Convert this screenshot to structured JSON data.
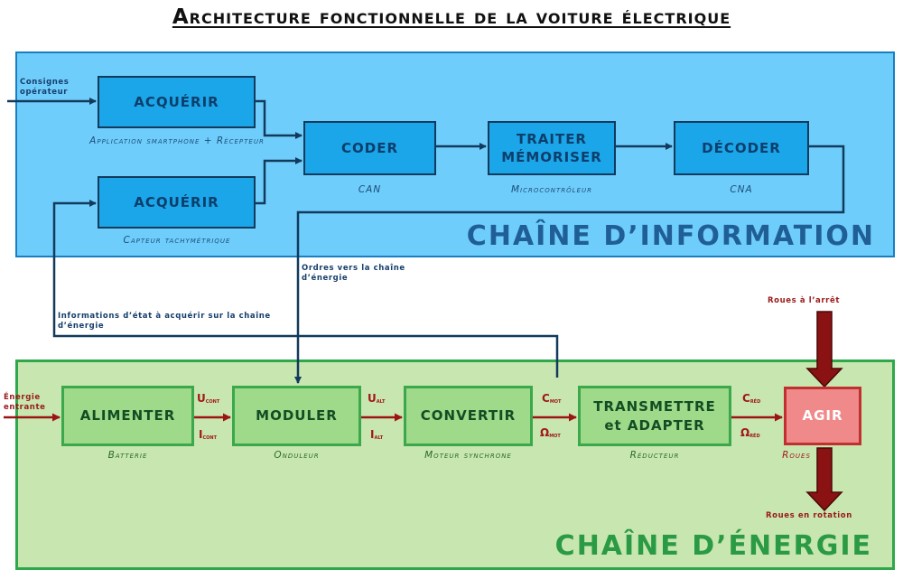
{
  "title": "Architecture fonctionnelle de la voiture électrique",
  "info_chain": {
    "label": "CHAÎNE D’INFORMATION",
    "input_label": "Consignes opérateur",
    "blocks": [
      {
        "label": "ACQUÉRIR",
        "sub": "Application smartphone + Récepteur"
      },
      {
        "label": "ACQUÉRIR",
        "sub": "Capteur tachymétrique"
      },
      {
        "label": "CODER",
        "sub": "CAN"
      },
      {
        "label": "TRAITER MÉMORISER",
        "sub": "Microcontrôleur"
      },
      {
        "label": "DÉCODER",
        "sub": "CNA"
      }
    ],
    "orders_label": "Ordres vers la chaîne d’énergie",
    "feedback_label": "Informations d’état à acquérir sur la chaîne d’énergie"
  },
  "energy_chain": {
    "label": "CHAÎNE D’ÉNERGIE",
    "input_label": "Énergie entrante",
    "blocks": [
      {
        "label": "ALIMENTER",
        "sub": "Batterie"
      },
      {
        "label": "MODULER",
        "sub": "Onduleur"
      },
      {
        "label": "CONVERTIR",
        "sub": "Moteur synchrone"
      },
      {
        "label": "TRANSMETTRE et ADAPTER",
        "sub": "Réducteur"
      },
      {
        "label": "AGIR",
        "sub": "Roues"
      }
    ],
    "wheels_in_label": "Roues à l’arrêt",
    "wheels_out_label": "Roues en rotation",
    "variables": {
      "u_cont": "U",
      "u_cont_sub": "cont",
      "i_cont": "I",
      "i_cont_sub": "cont",
      "u_alt": "U",
      "u_alt_sub": "alt",
      "i_alt": "I",
      "i_alt_sub": "alt",
      "c_mot": "C",
      "c_mot_sub": "mot",
      "w_mot": "Ω",
      "w_mot_sub": "mot",
      "c_red": "C",
      "c_red_sub": "réd",
      "w_red": "Ω",
      "w_red_sub": "réd"
    }
  },
  "colors": {
    "info_zone": "#6fcdfb",
    "info_block": "#1aa6e8",
    "energy_zone": "#c8e6b0",
    "energy_block": "#9fd98a",
    "agir_block": "#f08a8a",
    "energy_arrow": "#9b1515",
    "info_arrow": "#123a5c"
  }
}
